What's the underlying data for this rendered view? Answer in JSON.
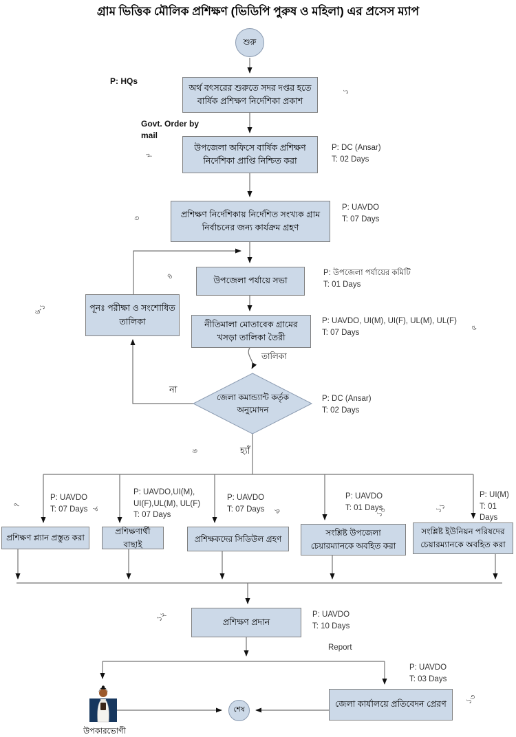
{
  "title": "গ্রাম ভিত্তিক মৌলিক প্রশিক্ষণ (ভিডিপি পুরুষ ও মহিলা) এর প্রসেস ম্যাপ",
  "nodes": {
    "start": "শুরু",
    "s1": "অর্থ বৎসরের শুরুতে সদর দপ্তর হতে বার্ষিক প্রশিক্ষণ নির্দেশিকা প্রকাশ",
    "s2": "উপজেলা অফিসে বার্ষিক প্রশিক্ষণ নির্দেশিকা প্রাপ্তি নিশ্চিত করা",
    "s3": "প্রশিক্ষণ নির্দেশিকায় নির্দেশিত সংখ্যক গ্রাম নির্বাচনের জন্য কার্যক্রম গ্রহণ",
    "s4": "উপজেলা পর্যায়ে সভা",
    "revision": "পূনঃ পরীক্ষা ও সংশোধিত তালিকা",
    "s5": "নীতিমালা মোতাবেক গ্রামের খসড়া তালিকা তৈরী",
    "decision": "জেলা কমান্ড্যান্ট কর্তৃক অনুমোদন",
    "s7": "প্রশিক্ষণ প্ল্যান প্রস্তুত করা",
    "s8": "প্রশিক্ষণার্থী বাছাই",
    "s9": "প্রশিক্ষকদের সিডিউল গ্রহণ",
    "s10": "সংশ্লিষ্ট উপজেলা চেয়ারম্যানকে অবহিত করা",
    "s11": "সংশ্লিষ্ট ইউনিয়ন পরিষদের চেয়ারম্যানকে অবহিত করা",
    "s12": "প্রশিক্ষণ প্রদান",
    "s13": "জেলা কার্যালয়ে প্রতিবেদন প্রেরণ",
    "end": "শেষ",
    "beneficiary": "উপকারভোগী"
  },
  "annotations": {
    "s1_p": "P: HQs",
    "s2_p": "P: DC (Ansar)",
    "s2_t": "T: 02 Days",
    "s3_p": "P: UAVDO",
    "s3_t": "T: 07 Days",
    "s4_p": "P: উপজেলা পর্যায়ের কমিটি",
    "s4_t": "T: 01 Days",
    "s5_p": "P: UAVDO, UI(M), UI(F), UL(M), UL(F)",
    "s5_t": "T: 07 Days",
    "s6_p": "P: DC (Ansar)",
    "s6_t": "T: 02 Days",
    "s7_p": "P: UAVDO",
    "s7_t": "T: 07 Days",
    "s8_p": "P: UAVDO,UI(M), UI(F),UL(M), UL(F)",
    "s8_t": "T: 07 Days",
    "s9_p": "P: UAVDO",
    "s9_t": "T: 07 Days",
    "s10_p": "P: UAVDO",
    "s10_t": "T: 01 Days",
    "s11_p": "P: UI(M)",
    "s11_t": "T: 01 Days",
    "s12_p": "P: UAVDO",
    "s12_t": "T: 10 Days",
    "s13_p": "P: UAVDO",
    "s13_t": "T: 03 Days"
  },
  "numbers": {
    "n1": "১",
    "n2": "২",
    "n3": "৩",
    "n4": "৪",
    "n5": "৫",
    "n6": "৬",
    "n6_1": "৬-১",
    "n7": "৭",
    "n8": "৮",
    "n9": "৯",
    "n10": "১০",
    "n11": "১১",
    "n12": "১২",
    "n13": "১৩"
  },
  "edge_labels": {
    "govt_order": "Govt. Order by mail",
    "talika": "তালিকা",
    "no": "না",
    "yes": "হ্যাঁ",
    "report": "Report"
  },
  "colors": {
    "node_fill": "#ccd9e8",
    "node_border": "#7f7f7f",
    "line": "#737373",
    "arrowhead": "#111111"
  }
}
